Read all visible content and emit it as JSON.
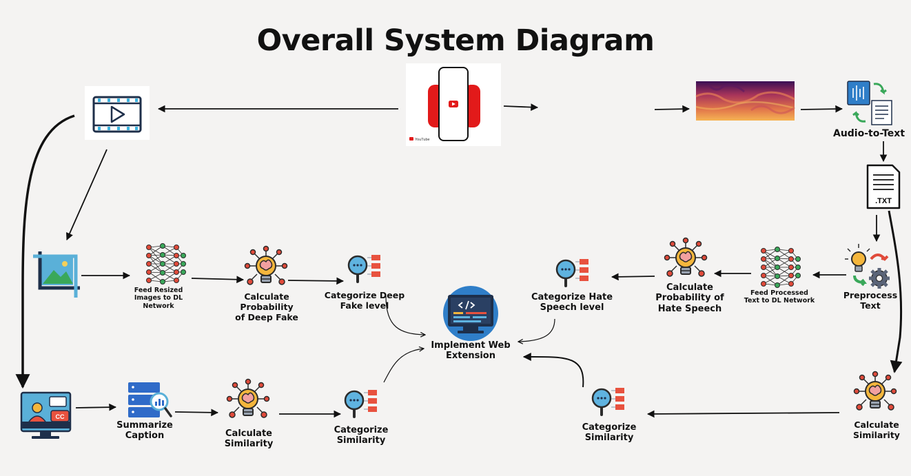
{
  "title": "Overall System Diagram",
  "labels": {
    "audio_to_text": "Audio-to-Text",
    "txt_file": ".TXT",
    "youtube_brand": "YouTube",
    "cc_badge": "CC",
    "preprocess_text": "Preprocess\nText",
    "feed_processed_text": "Feed Processed\nText to DL Network",
    "calc_prob_hate_speech": "Calculate\nProbability of\nHate Speech",
    "categorize_hate_speech": "Categorize Hate\nSpeech level",
    "feed_resized_images": "Feed Resized\nImages to DL\nNetwork",
    "calc_prob_deep_fake": "Calculate\nProbability\nof Deep Fake",
    "categorize_deep_fake": "Categorize Deep\nFake level",
    "implement_web_extension": "Implement Web\nExtension",
    "summarize_caption": "Summarize\nCaption",
    "calc_similarity_left": "Calculate\nSimilarity",
    "categorize_similarity_left": "Categorize\nSimilarity",
    "categorize_similarity_right": "Categorize\nSimilarity",
    "calc_similarity_right": "Calculate\nSimilarity"
  },
  "colors": {
    "youtube_red": "#e21a1a",
    "icon_blue": "#2f7ec8",
    "icon_dark": "#1e2f4a",
    "warning_red": "#e8523f",
    "bulb_yellow": "#f4b63c",
    "net_red": "#e04a3a",
    "net_green": "#3aa85a"
  }
}
